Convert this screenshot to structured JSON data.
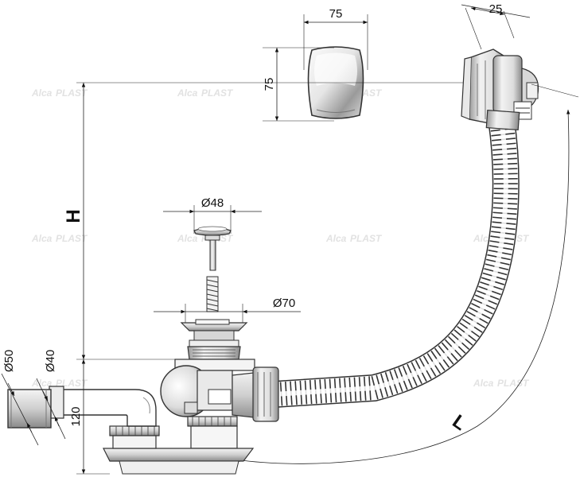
{
  "dimensions": {
    "button_width": "75",
    "button_height": "75",
    "overflow_depth": "25",
    "plug_diameter": "Ø48",
    "drain_diameter": "Ø70",
    "outlet_outer_diameter": "Ø50",
    "outlet_inner_diameter": "Ø40",
    "trap_height": "120",
    "height_label": "H",
    "length_label": "L"
  },
  "watermarks": {
    "brand": "Alca",
    "brand_suffix": "PLAST"
  },
  "colors": {
    "line": "#222222",
    "metal_light": "#eeeeee",
    "metal_dark": "#777777",
    "watermark": "#e2e2e2"
  }
}
